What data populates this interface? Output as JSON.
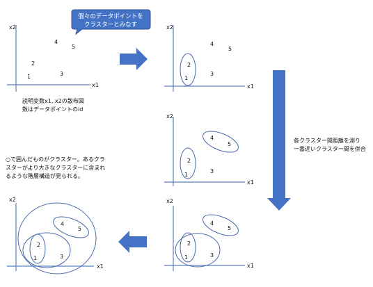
{
  "callout": {
    "line1": "個々のデータポイントを",
    "line2": "クラスターとみなす"
  },
  "axes": {
    "x": "x1",
    "y": "x2"
  },
  "points": [
    "1",
    "2",
    "3",
    "4",
    "5"
  ],
  "caption_scatter": {
    "line1": "説明変数x1, x2の散布図",
    "line2": "数はデータポイントのid"
  },
  "caption_merge": {
    "line1": "各クラスター間距離を測り",
    "line2": "一番近いクラスター間を併合"
  },
  "caption_hierarchy": {
    "line1": "○で囲んだものがクラスター。あるクラ",
    "line2": "スターがより大きなクラスターに含まれ",
    "line3": "るような階層構造が見られる。"
  },
  "colors": {
    "arrow": "#4472c4",
    "axis": "#5b7fbf",
    "ellipse": "#4a6aa8"
  }
}
